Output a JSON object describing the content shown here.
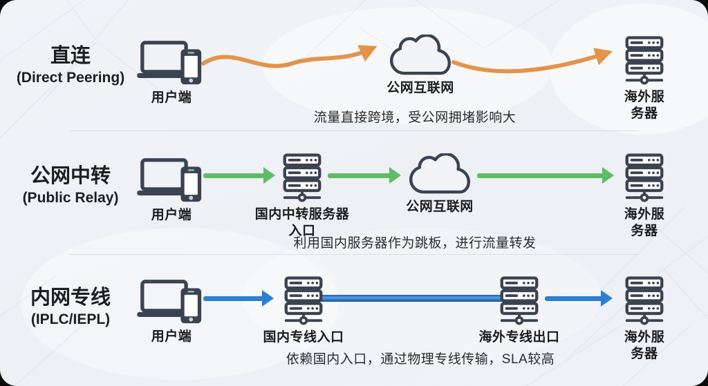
{
  "icons": {
    "client": "laptop-smartphone-icon",
    "internet": "cloud-icon",
    "server": "server-rack-icon"
  },
  "colors": {
    "background": "#EEF1F5",
    "icon": "#3B4351",
    "arrow_orange": "#E2944A",
    "arrow_green": "#5FBC66",
    "arrow_blue": "#2E7FD0",
    "pipe_blue_dark": "#15508F",
    "divider": "#D9DEE5"
  },
  "rows": [
    {
      "id": "direct-peering",
      "title": "直连",
      "subtitle": "(Direct Peering)",
      "caption": "流量直接跨境，受公网拥堵影响大",
      "nodes": [
        {
          "label": "用户端"
        },
        {
          "label": "公网互联网"
        },
        {
          "label": "海外服务器"
        }
      ]
    },
    {
      "id": "public-relay",
      "title": "公网中转",
      "subtitle": "(Public Relay)",
      "caption": "利用国内服务器作为跳板，进行流量转发",
      "nodes": [
        {
          "label": "用户端"
        },
        {
          "label": "国内中转服务器",
          "label2": "入口"
        },
        {
          "label": "公网互联网"
        },
        {
          "label": "海外服务器"
        }
      ]
    },
    {
      "id": "iplc-iepl",
      "title": "内网专线",
      "subtitle": "(IPLC/IEPL)",
      "caption": "依赖国内入口，通过物理专线传输，SLA较高",
      "nodes": [
        {
          "label": "用户端"
        },
        {
          "label": "国内专线入口"
        },
        {
          "label": "海外专线出口"
        },
        {
          "label": "海外服务器"
        }
      ]
    }
  ]
}
